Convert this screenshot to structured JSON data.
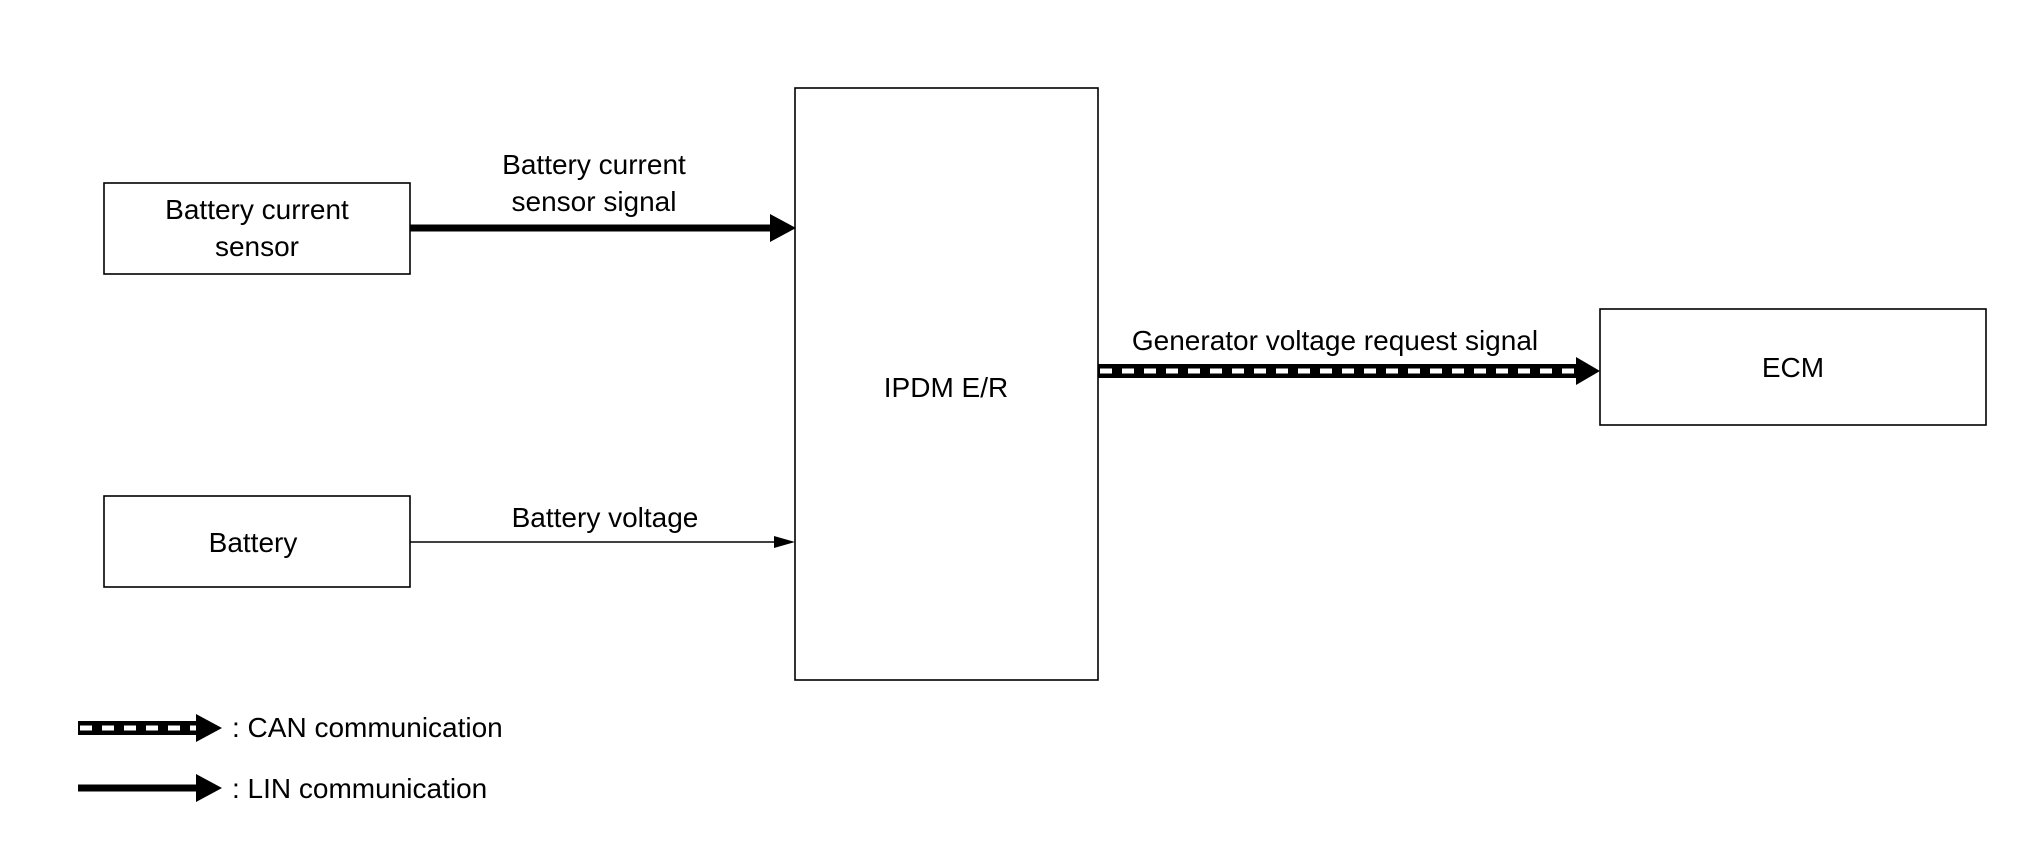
{
  "blocks": {
    "battery_current_sensor": [
      "Battery current",
      "sensor"
    ],
    "battery": "Battery",
    "ipdm": "IPDM E/R",
    "ecm": "ECM"
  },
  "signals": {
    "battery_current_sensor_signal": [
      "Battery current",
      "sensor signal"
    ],
    "battery_voltage": "Battery voltage",
    "generator_voltage_request": "Generator voltage request signal"
  },
  "legend": {
    "can": ": CAN communication",
    "lin": ": LIN communication"
  },
  "colors": {
    "line": "#000000",
    "background": "#ffffff"
  }
}
